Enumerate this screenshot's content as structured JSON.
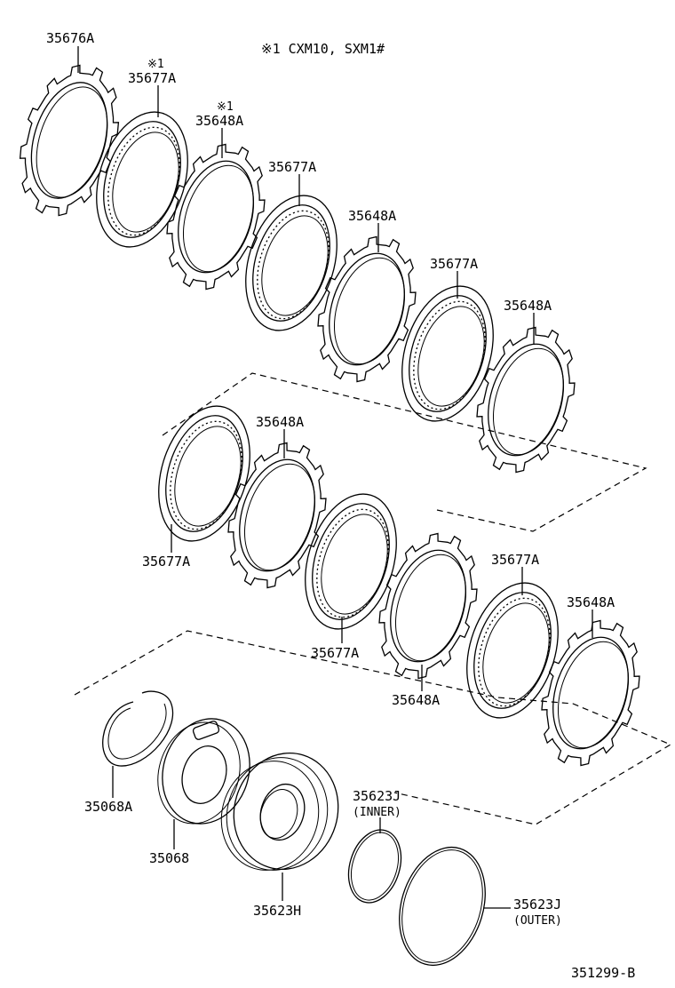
{
  "note": "※1 CXM10, SXM1#",
  "drawing_number": "351299-B",
  "parts": {
    "p35676A": "35676A",
    "p35677A_1_mark": "※1",
    "p35677A_1": "35677A",
    "p35648A_1_mark": "※1",
    "p35648A_1": "35648A",
    "p35677A_2": "35677A",
    "p35648A_2": "35648A",
    "p35677A_3": "35677A",
    "p35648A_3": "35648A",
    "p35648A_4": "35648A",
    "p35677A_4": "35677A",
    "p35677A_5": "35677A",
    "p35677A_6": "35677A",
    "p35648A_5": "35648A",
    "p35648A_6": "35648A",
    "p35068A": "35068A",
    "p35068": "35068",
    "p35623H": "35623H",
    "p35623J_inner": "35623J",
    "p35623J_inner_sub": "(INNER)",
    "p35623J_outer": "35623J",
    "p35623J_outer_sub": "(OUTER)"
  }
}
